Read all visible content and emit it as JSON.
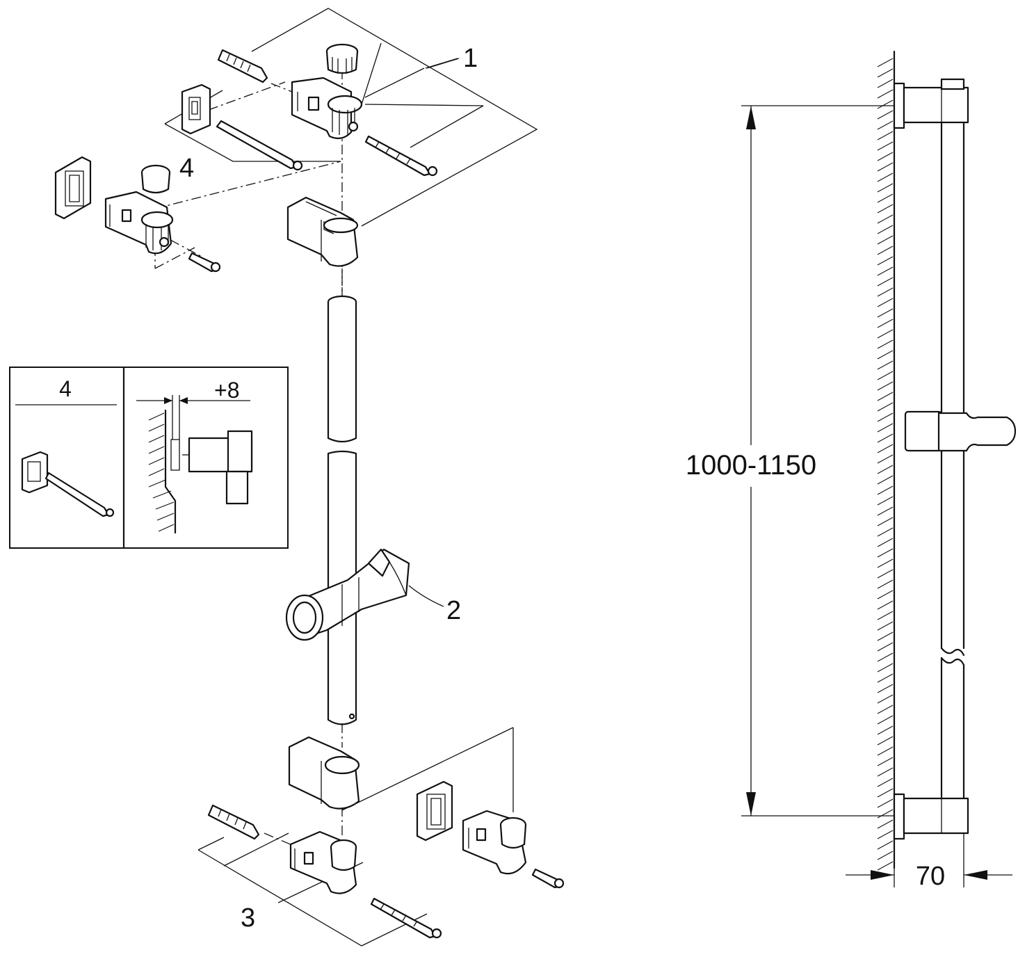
{
  "callouts": {
    "part_1": "1",
    "part_2": "2",
    "part_3": "3",
    "part_4": "4"
  },
  "inset": {
    "title": "4",
    "offset_label": "+8"
  },
  "dimensions": {
    "height_range": "1000-1150",
    "projection": "70"
  },
  "colors": {
    "line": "#111111",
    "background": "#ffffff"
  }
}
